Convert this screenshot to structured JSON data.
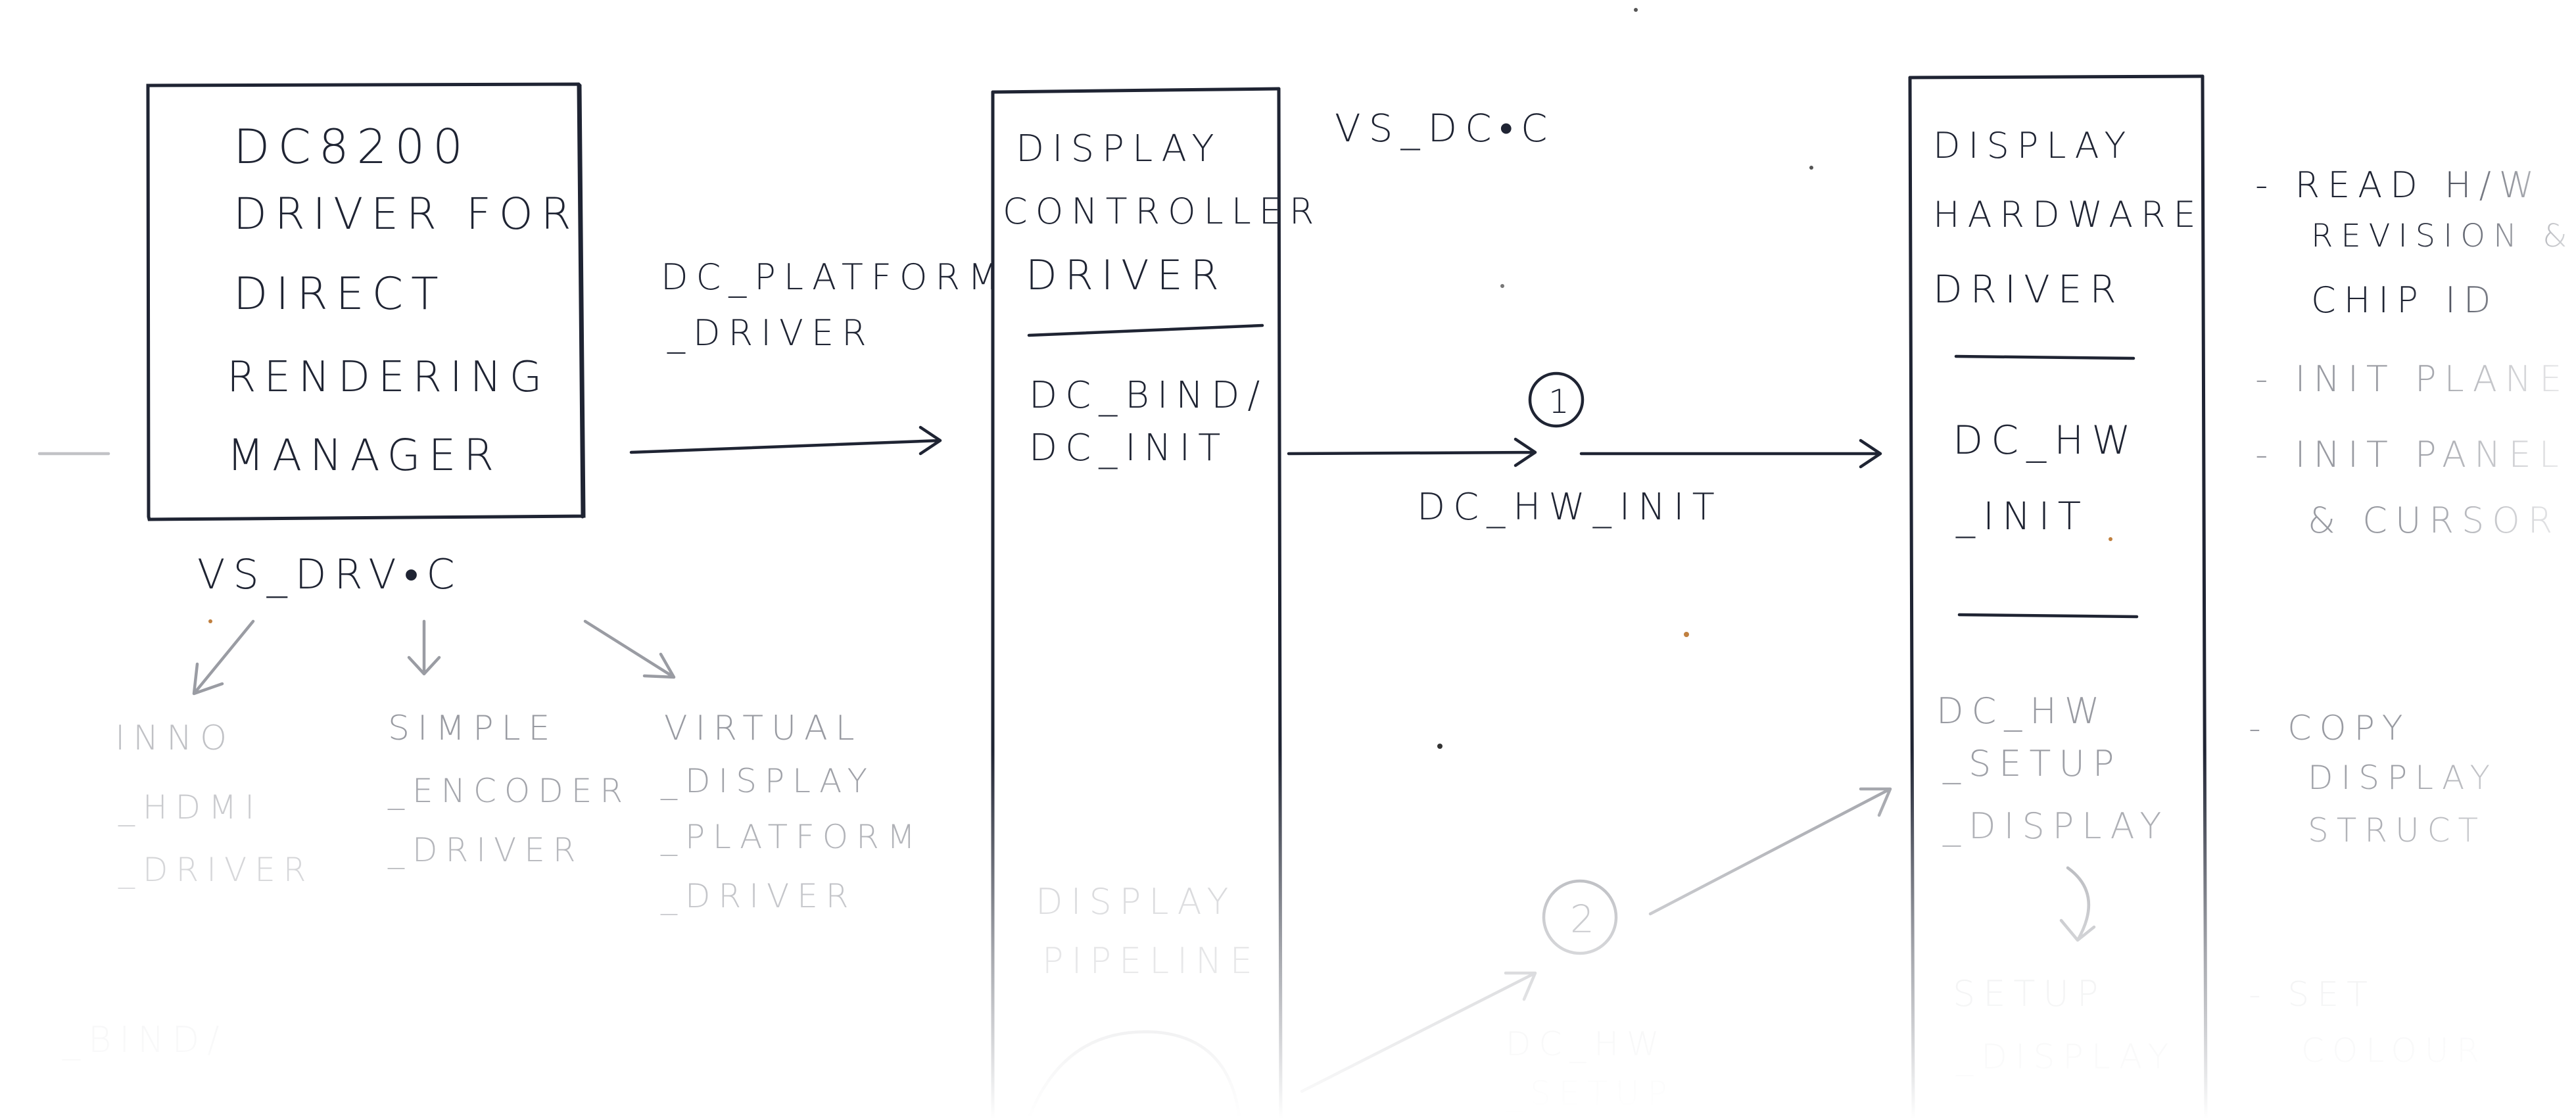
{
  "drm_box": {
    "lines": [
      "DC8200",
      "DRIVER FOR",
      "DIRECT",
      "RENDERING",
      "MANAGER"
    ],
    "file": "VS_DRV•C"
  },
  "edge_platform": {
    "lines": [
      "DC_PLATFORM",
      "_DRIVER"
    ]
  },
  "sub_drivers": [
    {
      "lines": [
        "INNO",
        "_HDMI",
        "_DRIVER"
      ]
    },
    {
      "lines": [
        "SIMPLE",
        "_ENCODER",
        "_DRIVER"
      ]
    },
    {
      "lines": [
        "VIRTUAL",
        "_DISPLAY",
        "_PLATFORM",
        "_DRIVER"
      ]
    }
  ],
  "controller_box": {
    "title": [
      "DISPLAY",
      "CONTROLLER",
      "DRIVER"
    ],
    "file": "VS_DC•C",
    "func": [
      "DC_BIND/",
      "DC_INIT"
    ],
    "pipeline": [
      "DISPLAY",
      "PIPELINE"
    ]
  },
  "step1": {
    "num": "1",
    "label": "DC_HW_INIT"
  },
  "step2": {
    "num": "2",
    "label": [
      "DC_HW",
      "_SETUP"
    ]
  },
  "hardware_box": {
    "title": [
      "DISPLAY",
      "HARDWARE",
      "DRIVER"
    ],
    "init": [
      "DC_HW",
      "_INIT"
    ],
    "setup": [
      "DC_HW",
      "_SETUP",
      "_DISPLAY"
    ],
    "setup2": [
      "SETUP",
      "_DISPLAY"
    ]
  },
  "notes": [
    [
      "- READ H/W",
      "REVISION &",
      "CHIP ID"
    ],
    [
      "- INIT PLANE"
    ],
    [
      "- INIT PANEL",
      "& CURSOR"
    ],
    [
      "- COPY",
      "DISPLAY",
      "STRUCT"
    ],
    [
      "- SET",
      "COLOUR"
    ]
  ],
  "bottom_left": [
    "_BIND/"
  ],
  "colors": {
    "ink": "#1f2433",
    "paper": "#ffffff"
  }
}
